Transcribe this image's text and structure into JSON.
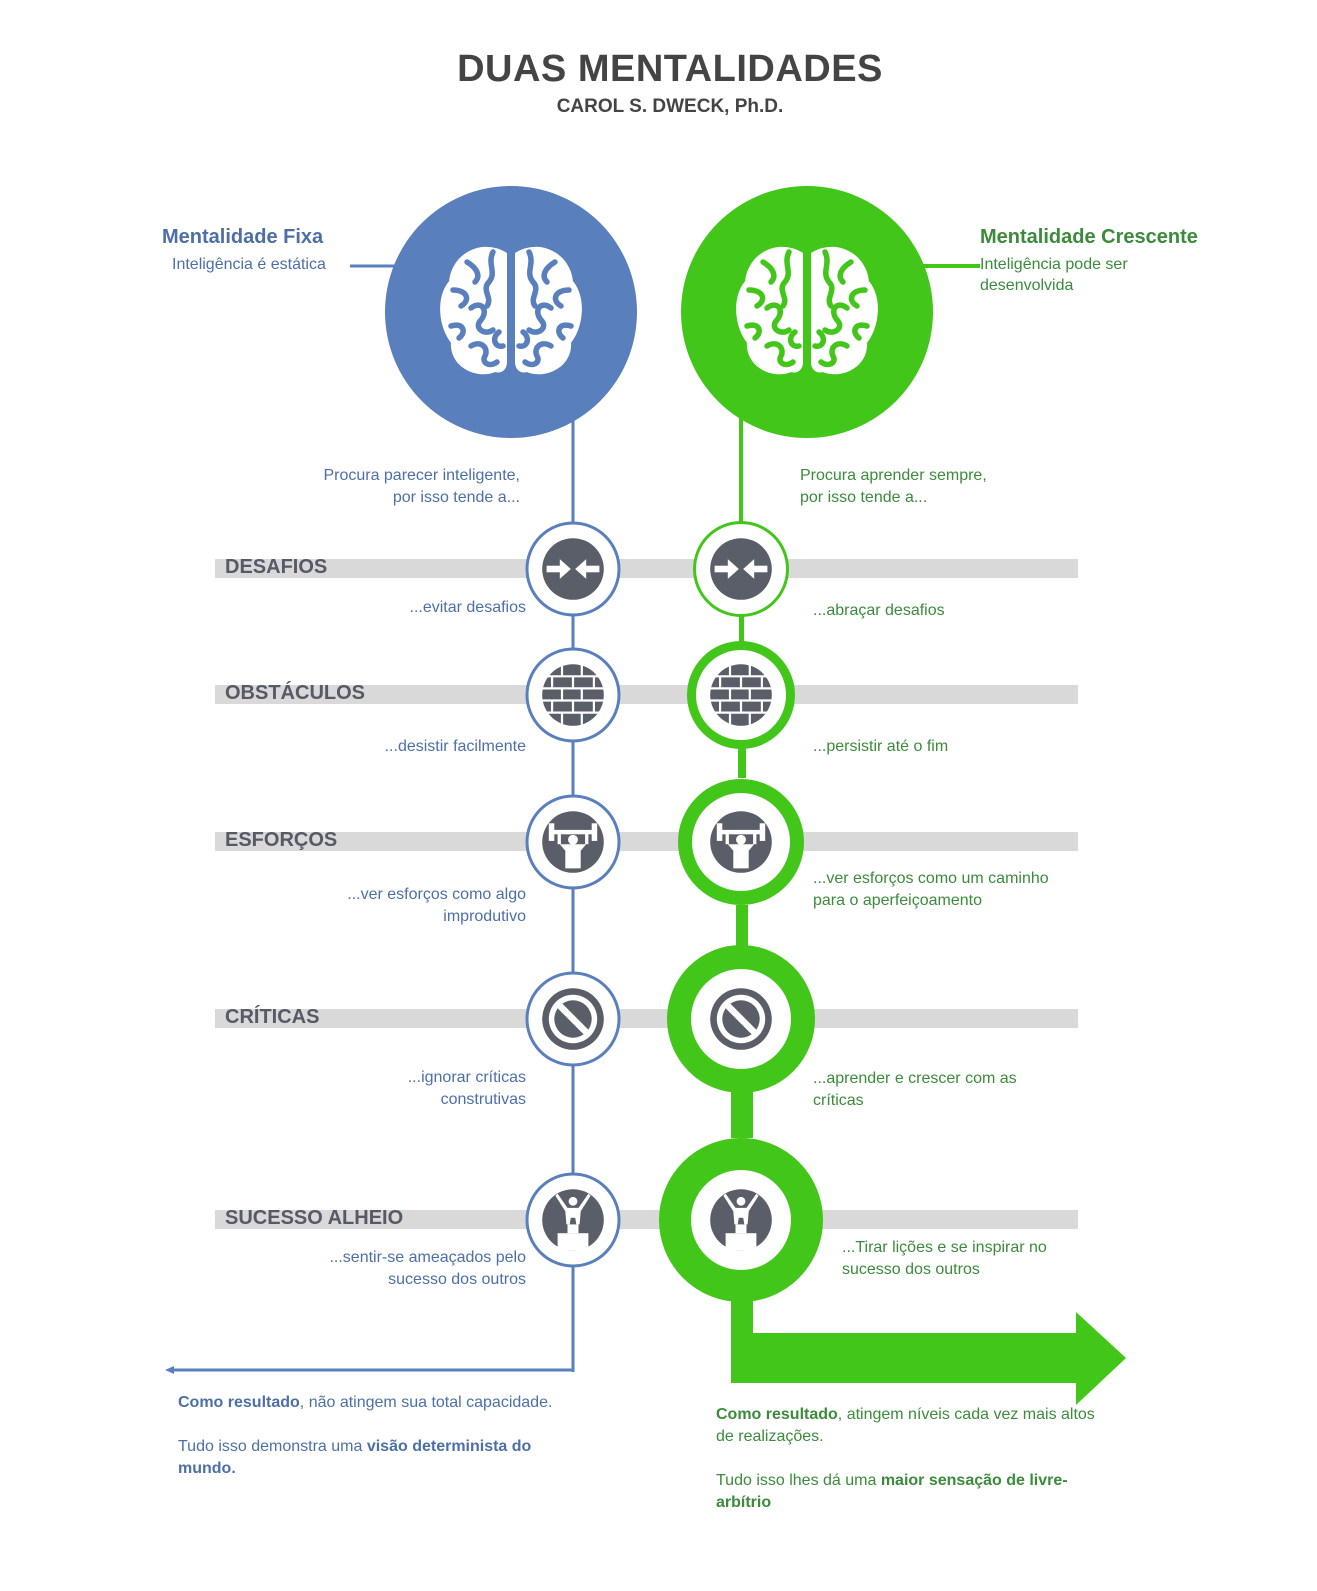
{
  "header": {
    "title": "DUAS MENTALIDADES",
    "subtitle": "CAROL S. DWECK, Ph.D."
  },
  "fixed": {
    "heading": "Mentalidade Fixa",
    "description": "Inteligência é estática",
    "intro_line1": "Procura parecer inteligente,",
    "intro_line2": "por isso tende a...",
    "color": "#5a7fbd"
  },
  "growth": {
    "heading": "Mentalidade Crescente",
    "description_line1": "Inteligência pode ser",
    "description_line2": "desenvolvida",
    "intro_line1": "Procura aprender sempre,",
    "intro_line2": "por isso tende a...",
    "color": "#43c61a"
  },
  "categories": [
    {
      "label": "DESAFIOS",
      "icon": "arrows-converge-icon",
      "fixed_lines": [
        "...evitar desafios"
      ],
      "growth_lines": [
        "...abraçar desafios"
      ]
    },
    {
      "label": "OBSTÁCULOS",
      "icon": "brick-wall-icon",
      "fixed_lines": [
        "...desistir facilmente"
      ],
      "growth_lines": [
        "...persistir até o fim"
      ]
    },
    {
      "label": "ESFORÇOS",
      "icon": "weightlifter-icon",
      "fixed_lines": [
        "...ver esforços como algo",
        "improdutivo"
      ],
      "growth_lines": [
        "...ver esforços como um caminho",
        "para o aperfeiçoamento"
      ]
    },
    {
      "label": "CRÍTICAS",
      "icon": "prohibited-icon",
      "fixed_lines": [
        "...ignorar críticas",
        "construtivas"
      ],
      "growth_lines": [
        "...aprender e crescer com as",
        "críticas"
      ]
    },
    {
      "label": "SUCESSO ALHEIO",
      "icon": "winner-podium-icon",
      "fixed_lines": [
        "...sentir-se ameaçados pelo",
        "sucesso dos outros"
      ],
      "growth_lines": [
        "...Tirar lições e se inspirar no",
        "sucesso dos outros"
      ]
    }
  ],
  "results": {
    "fixed": {
      "p1_bold": "Como resultado",
      "p1_rest": ", não atingem sua total capacidade.",
      "p2_start": "Tudo isso demonstra uma ",
      "p2_bold": "visão determinista do mundo."
    },
    "growth": {
      "p1_bold": "Como resultado",
      "p1_rest": ", atingem níveis cada vez mais altos de realizações.",
      "p2_start": "Tudo isso lhes dá uma ",
      "p2_bold": "maior sensação de livre-arbítrio"
    }
  },
  "colors": {
    "category_bar": "#d9d9d9",
    "icon_gray": "#5a5e68",
    "fixed_text": "#4d6fa8",
    "growth_text": "#3b8b3b"
  }
}
